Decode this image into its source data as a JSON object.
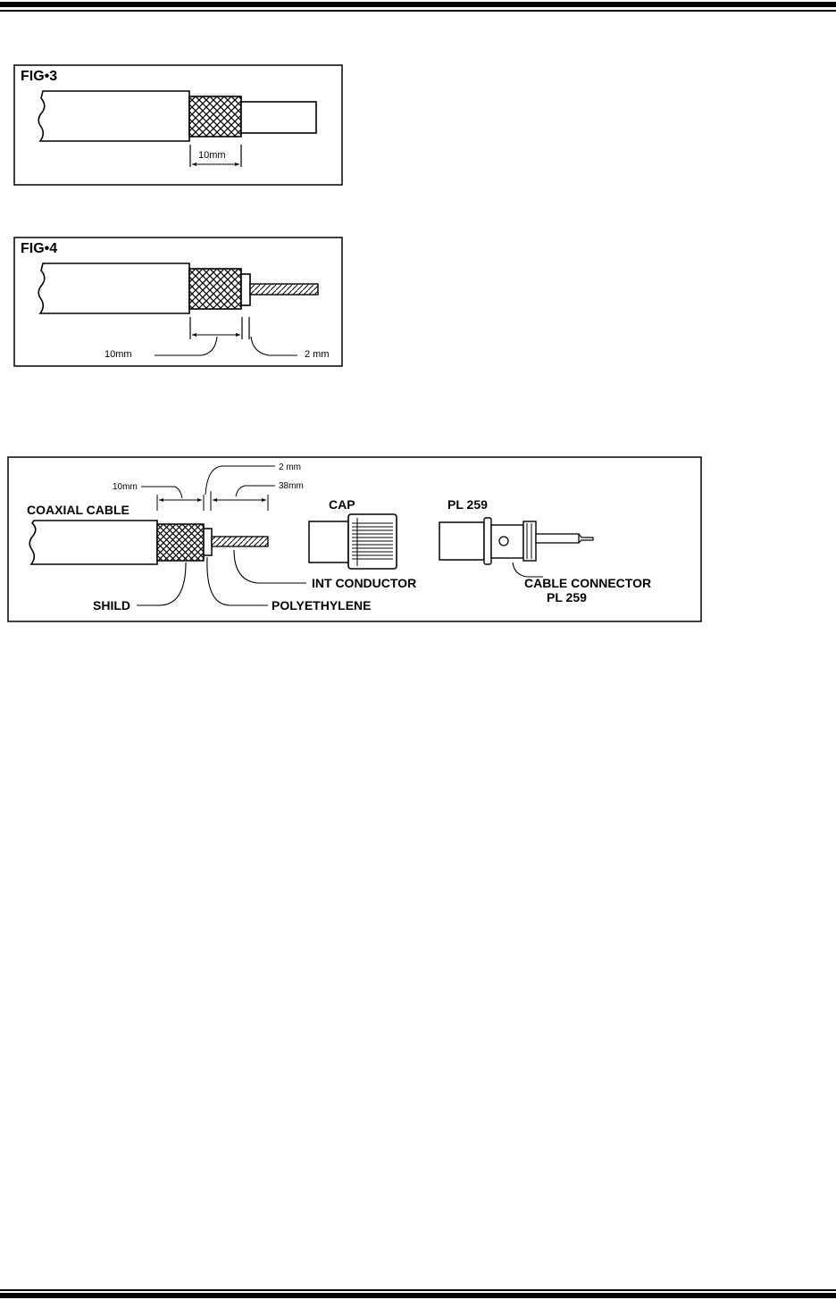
{
  "figures": {
    "fig3": {
      "title": "FIG•3",
      "dim_label": "10mm"
    },
    "fig4": {
      "title": "FIG•4",
      "dim_left": "10mm",
      "dim_right": "2 mm"
    },
    "assembly": {
      "dim_10": "10mm",
      "dim_2": "2 mm",
      "dim_38": "38mm",
      "coaxial_cable": "COAXIAL CABLE",
      "cap": "CAP",
      "pl259": "PL 259",
      "int_conductor": "INT CONDUCTOR",
      "shield": "SHILD",
      "polyethylene": "POLYETHYLENE",
      "cable_connector_line1": "CABLE CONNECTOR",
      "cable_connector_line2": "PL 259"
    }
  }
}
